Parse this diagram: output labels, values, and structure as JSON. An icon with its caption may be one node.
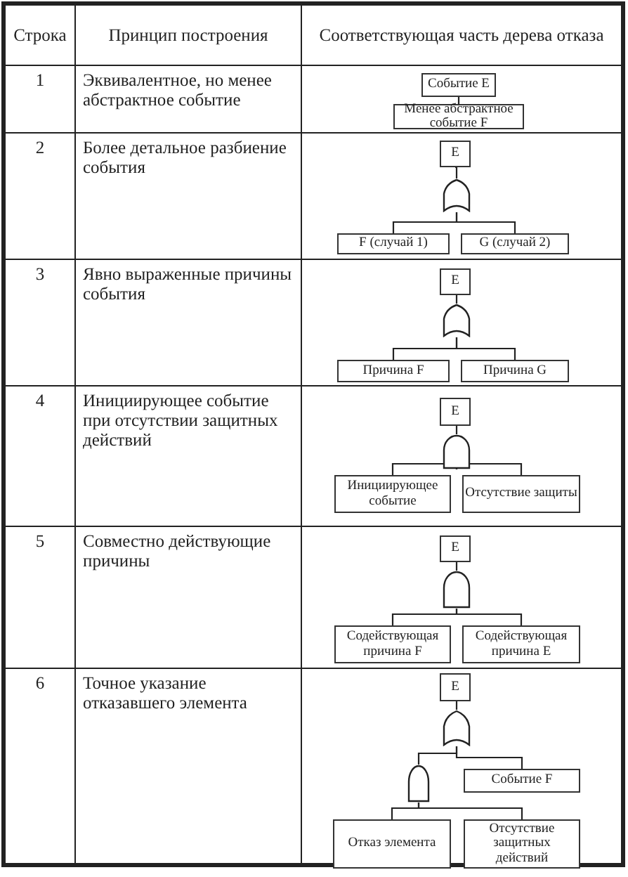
{
  "diagram": {
    "nodes": [
      {
        "text": [
          "Событие E"
        ]
      },
      {
        "text": [
          "Менее абстрактное событие F"
        ]
      },
      {
        "text": [
          "E"
        ]
      },
      {
        "text": [],
        "shape": "or-gate"
      },
      {
        "text": [
          "F (случай 1)"
        ]
      },
      {
        "text": [
          "G (случай 2)"
        ]
      },
      {
        "text": [
          "E"
        ]
      },
      {
        "text": [],
        "shape": "or-gate"
      },
      {
        "text": [
          "Причина F"
        ]
      },
      {
        "text": [
          "Причина G"
        ]
      },
      {
        "text": [
          "E"
        ]
      },
      {
        "text": [],
        "shape": "and-gate"
      },
      {
        "text": [
          "Инициирующее событие"
        ]
      },
      {
        "text": [
          "Отсутствие защиты"
        ]
      },
      {
        "text": [
          "E"
        ]
      },
      {
        "text": [],
        "shape": "and-gate"
      },
      {
        "text": [
          "Содействующая причина F"
        ]
      },
      {
        "text": [
          "Содействующая причина E"
        ]
      },
      {
        "text": [
          "E"
        ]
      },
      {
        "text": [],
        "shape": "or-gate"
      },
      {
        "text": [],
        "shape": "and-gate"
      },
      {
        "text": [
          "Событие F"
        ]
      },
      {
        "text": [
          "Отказ элемента"
        ]
      },
      {
        "text": [
          "Отсутствие защитных действий"
        ]
      }
    ],
    "edges": [
      {
        "from": 0,
        "to": 1,
        "arrow": "none"
      },
      {
        "from": 2,
        "to": 3,
        "arrow": "none"
      },
      {
        "from": 3,
        "to": 4,
        "arrow": "none"
      },
      {
        "from": 3,
        "to": 5,
        "arrow": "none"
      },
      {
        "from": 6,
        "to": 7,
        "arrow": "none"
      },
      {
        "from": 7,
        "to": 8,
        "arrow": "none"
      },
      {
        "from": 7,
        "to": 9,
        "arrow": "none"
      },
      {
        "from": 10,
        "to": 11,
        "arrow": "none"
      },
      {
        "from": 11,
        "to": 12,
        "arrow": "none"
      },
      {
        "from": 11,
        "to": 13,
        "arrow": "none"
      },
      {
        "from": 14,
        "to": 15,
        "arrow": "none"
      },
      {
        "from": 15,
        "to": 16,
        "arrow": "none"
      },
      {
        "from": 15,
        "to": 17,
        "arrow": "none"
      },
      {
        "from": 18,
        "to": 19,
        "arrow": "none"
      },
      {
        "from": 19,
        "to": 20,
        "arrow": "none"
      },
      {
        "from": 19,
        "to": 21,
        "arrow": "none"
      },
      {
        "from": 20,
        "to": 22,
        "arrow": "none"
      },
      {
        "from": 20,
        "to": 23,
        "arrow": "none"
      }
    ],
    "labels": [
      "Строка",
      "Принцип построения",
      "Соответствующая часть дерева отказа",
      "1",
      "Эквивалентное, но менее абстрактное событие",
      "2",
      "Более детальное разбиение события",
      "3",
      "Явно выраженные причины события",
      "4",
      "Инициирующее событие при отсутствии защитных действий",
      "5",
      "Совместно действующие причины",
      "6",
      "Точное указание отказавшего элемента"
    ]
  }
}
